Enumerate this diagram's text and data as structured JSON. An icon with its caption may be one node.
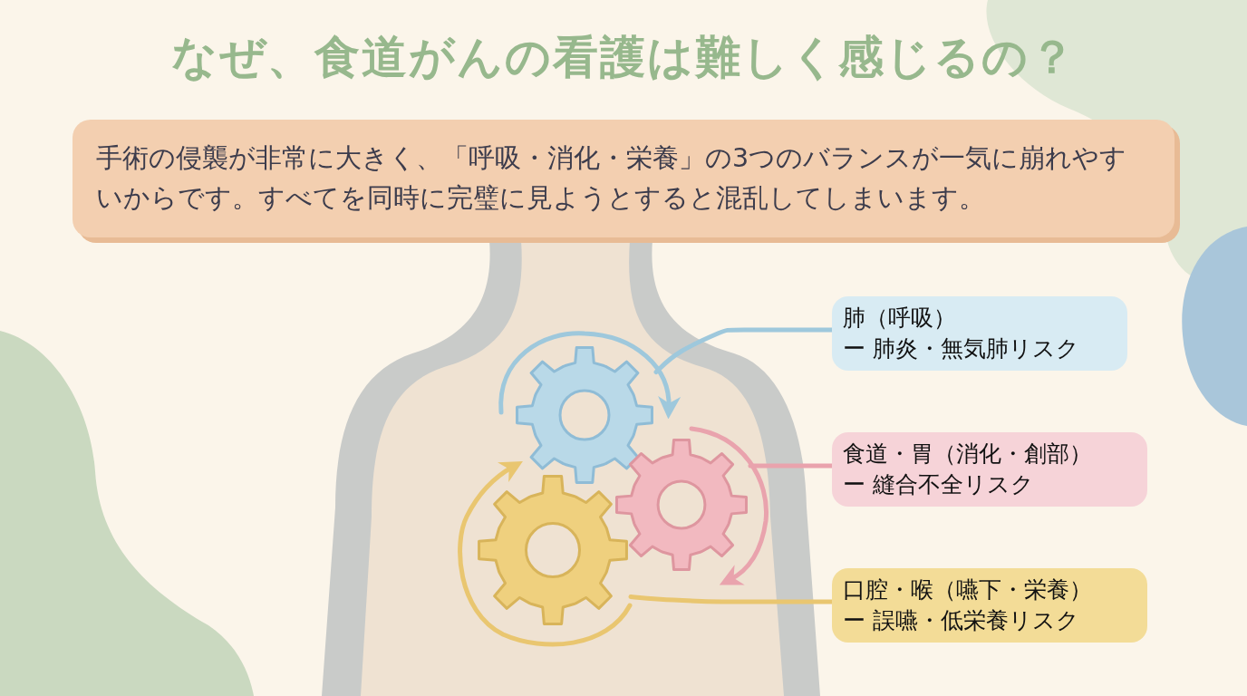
{
  "diagram": {
    "title": "なぜ、食道がんの看護は難しく感じるの？",
    "nodes": [
      {
        "text": [
          "手術の侵襲が非常に大きく、「呼吸・消化・栄養」の3つのバランスが一気に崩れやすいからです。すべてを同時に完璧に見ようとすると混乱してしまいます。"
        ]
      },
      {
        "text": [
          "肺（呼吸）",
          "ー 肺炎・無気肺リスク"
        ]
      },
      {
        "text": [
          "食道・胃（消化・創部）",
          "ー 縫合不全リスク"
        ]
      },
      {
        "text": [
          "口腔・喉（嚥下・栄養）",
          "ー 誤嚥・低栄養リスク"
        ]
      },
      {
        "text": [],
        "shape": "gear"
      },
      {
        "text": [],
        "shape": "gear"
      },
      {
        "text": [],
        "shape": "gear"
      }
    ],
    "edges": [
      {
        "from": 1,
        "to": 4,
        "arrow": "none",
        "color": "#9ec8dc"
      },
      {
        "from": 2,
        "to": 5,
        "arrow": "none",
        "color": "#e9a3ad"
      },
      {
        "from": 3,
        "to": 6,
        "arrow": "none",
        "color": "#e9c670"
      }
    ]
  }
}
